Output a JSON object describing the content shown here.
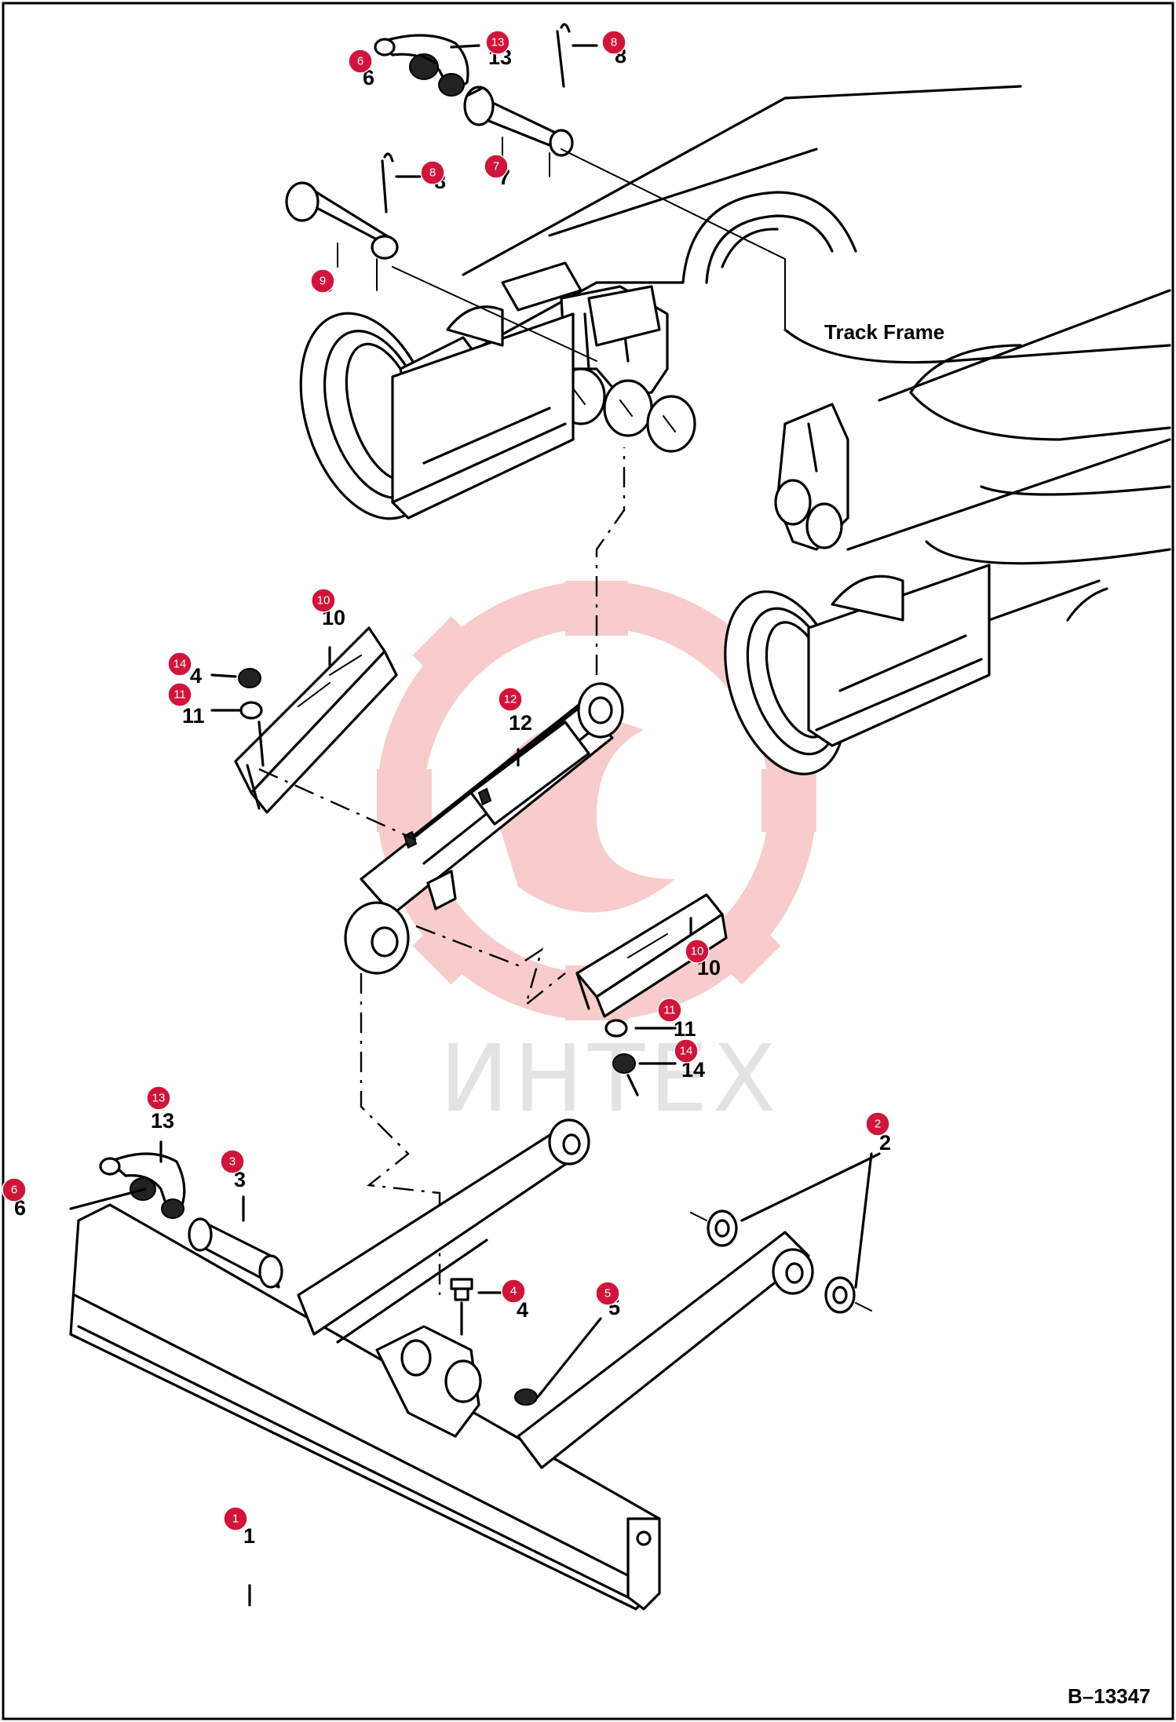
{
  "diagram": {
    "frame_label": "Track Frame",
    "figure_id": "B–13347",
    "watermark": {
      "text": "ИНТЕХ",
      "color": "#f7c4c4",
      "text_color": "#e3e3e3"
    },
    "callout_color": "#d0153a",
    "numbers": [
      "1",
      "2",
      "3",
      "4",
      "5",
      "6",
      "7",
      "8",
      "9",
      "10",
      "11",
      "12",
      "13",
      "14"
    ],
    "callouts": [
      "1",
      "2",
      "3",
      "4",
      "5",
      "6",
      "6",
      "7",
      "8",
      "8",
      "9",
      "10",
      "10",
      "11",
      "11",
      "12",
      "13",
      "13",
      "14",
      "14"
    ]
  }
}
